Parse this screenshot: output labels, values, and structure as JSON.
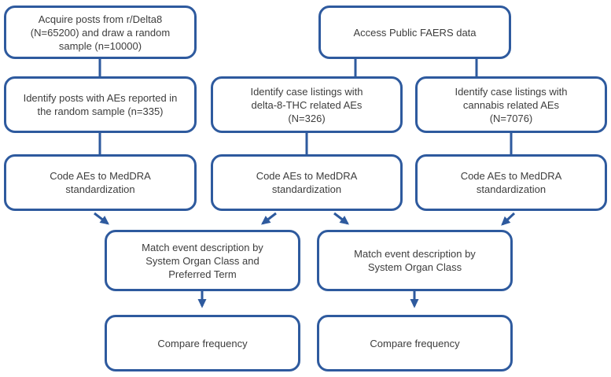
{
  "flowchart": {
    "description": "Study design flow diagram comparing Reddit r/Delta8 adverse event data with Public FAERS data",
    "colors": {
      "box_border": "#2e5a9e",
      "arrow": "#2e5a9e",
      "text": "#3d3d3d",
      "background": "#ffffff"
    },
    "nodes": [
      {
        "id": "acquire-reddit-posts",
        "label": "Acquire posts from r/Delta8\n(N=65200) and draw a random\nsample (n=10000)"
      },
      {
        "id": "access-faers-data",
        "label": "Access Public FAERS data"
      },
      {
        "id": "identify-reddit-aes",
        "label": "Identify posts with AEs reported in\nthe random sample (n=335)"
      },
      {
        "id": "identify-delta8-listings",
        "label": "Identify case listings with\ndelta-8-THC related AEs\n(N=326)"
      },
      {
        "id": "identify-cannabis-listings",
        "label": "Identify case listings with\ncannabis related AEs\n(N=7076)"
      },
      {
        "id": "code-meddra-reddit",
        "label": "Code AEs to MedDRA\nstandardization"
      },
      {
        "id": "code-meddra-delta8",
        "label": "Code AEs to MedDRA\nstandardization"
      },
      {
        "id": "code-meddra-cannabis",
        "label": "Code AEs to MedDRA\nstandardization"
      },
      {
        "id": "match-soc-and-pt",
        "label": "Match event description by\nSystem Organ Class and\nPreferred Term"
      },
      {
        "id": "match-soc",
        "label": "Match event description by\nSystem Organ Class"
      },
      {
        "id": "compare-frequency-left",
        "label": "Compare frequency"
      },
      {
        "id": "compare-frequency-right",
        "label": "Compare frequency"
      }
    ],
    "edges": [
      {
        "from": "acquire-reddit-posts",
        "to": "identify-reddit-aes",
        "style": "line"
      },
      {
        "from": "access-faers-data",
        "to": "identify-delta8-listings",
        "style": "line"
      },
      {
        "from": "access-faers-data",
        "to": "identify-cannabis-listings",
        "style": "line"
      },
      {
        "from": "identify-reddit-aes",
        "to": "code-meddra-reddit",
        "style": "line"
      },
      {
        "from": "identify-delta8-listings",
        "to": "code-meddra-delta8",
        "style": "line"
      },
      {
        "from": "identify-cannabis-listings",
        "to": "code-meddra-cannabis",
        "style": "line"
      },
      {
        "from": "code-meddra-reddit",
        "to": "match-soc-and-pt",
        "style": "arrow"
      },
      {
        "from": "code-meddra-delta8",
        "to": "match-soc-and-pt",
        "style": "arrow"
      },
      {
        "from": "code-meddra-delta8",
        "to": "match-soc",
        "style": "arrow"
      },
      {
        "from": "code-meddra-cannabis",
        "to": "match-soc",
        "style": "arrow"
      },
      {
        "from": "match-soc-and-pt",
        "to": "compare-frequency-left",
        "style": "arrow"
      },
      {
        "from": "match-soc",
        "to": "compare-frequency-right",
        "style": "arrow"
      }
    ]
  }
}
